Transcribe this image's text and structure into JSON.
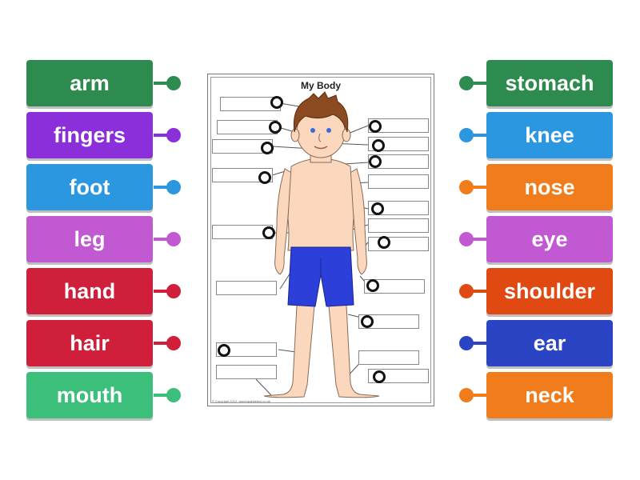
{
  "worksheet": {
    "title": "My Body",
    "copyright": "© Copyright 2012, www.sparklebox.co.uk"
  },
  "left_labels": [
    {
      "text": "arm",
      "color": "#2e8b4f"
    },
    {
      "text": "fingers",
      "color": "#8a2fd9"
    },
    {
      "text": "foot",
      "color": "#2a97e0"
    },
    {
      "text": "leg",
      "color": "#c15ad2"
    },
    {
      "text": "hand",
      "color": "#cf1f3a"
    },
    {
      "text": "hair",
      "color": "#cf1f3a"
    },
    {
      "text": "mouth",
      "color": "#3bbf7a"
    }
  ],
  "right_labels": [
    {
      "text": "stomach",
      "color": "#2e8b4f"
    },
    {
      "text": "knee",
      "color": "#2a97e0"
    },
    {
      "text": "nose",
      "color": "#f07c1b"
    },
    {
      "text": "eye",
      "color": "#c15ad2"
    },
    {
      "text": "shoulder",
      "color": "#e04a12"
    },
    {
      "text": "ear",
      "color": "#2a44c4"
    },
    {
      "text": "neck",
      "color": "#f07c1b"
    }
  ]
}
